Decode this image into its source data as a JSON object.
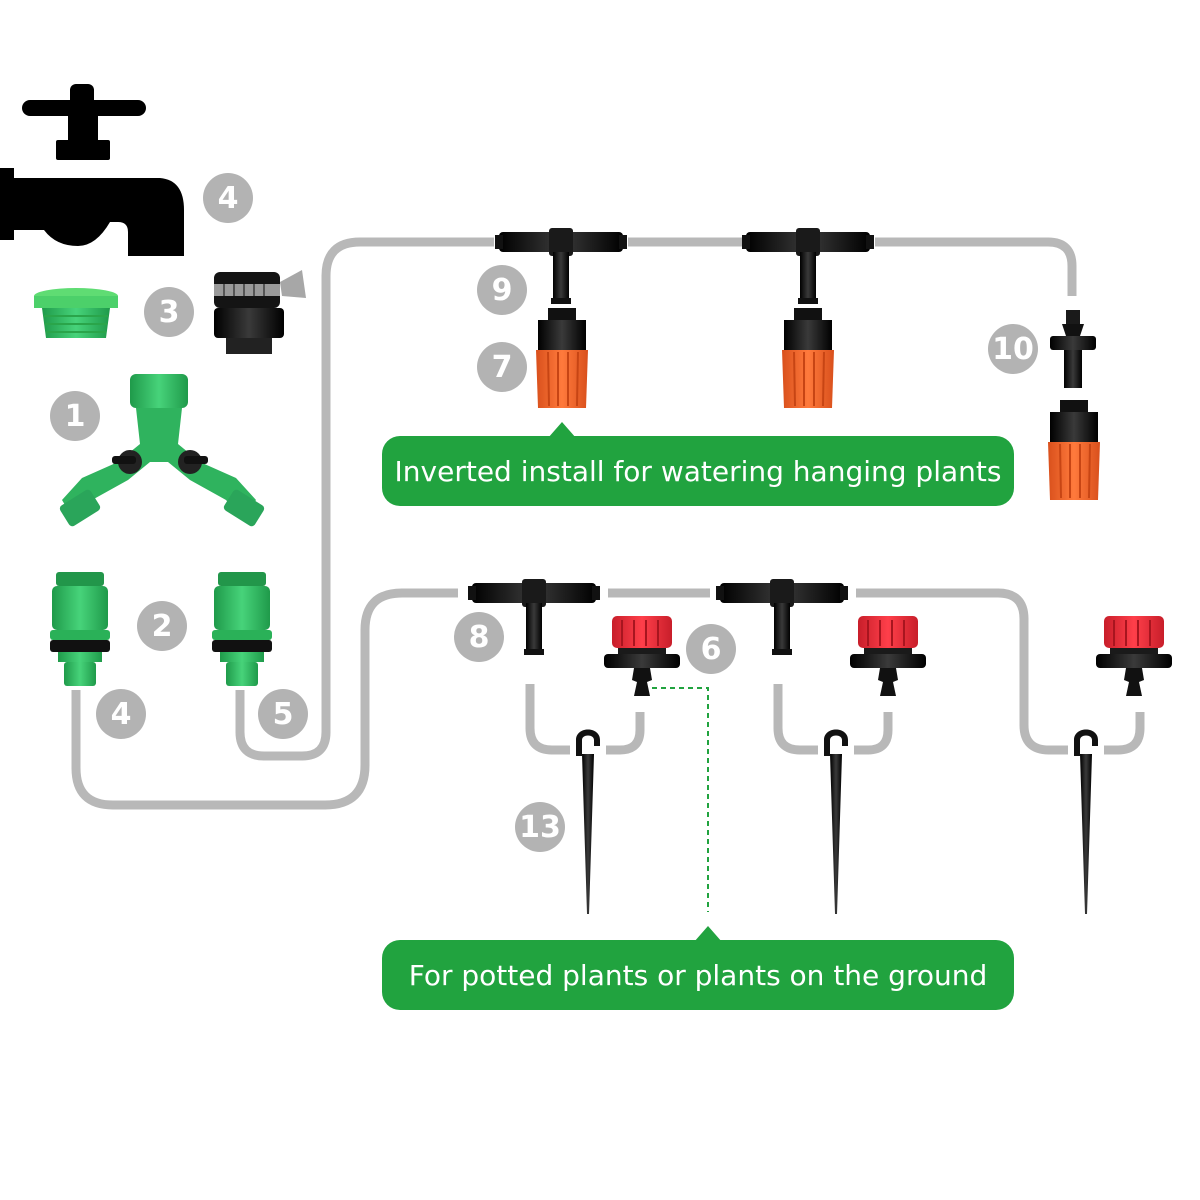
{
  "badges": {
    "faucet": "4",
    "adapter": "3",
    "splitter": "1",
    "connectors": "2",
    "hose_left": "4",
    "hose_right": "5",
    "tee_upper": "9",
    "nozzle_upper": "7",
    "barb": "10",
    "tee_lower": "8",
    "dripper": "6",
    "stake": "13"
  },
  "callouts": {
    "hanging": "Inverted install for watering hanging plants",
    "ground": "For potted plants or plants on the ground"
  },
  "colors": {
    "tube": "#b8b8b8",
    "callout": "#21a33f",
    "badge": "#b3b3b3",
    "nozzle": "#f26a2e",
    "dripper": "#e8303b",
    "fitting_green": "#3cc06b"
  }
}
